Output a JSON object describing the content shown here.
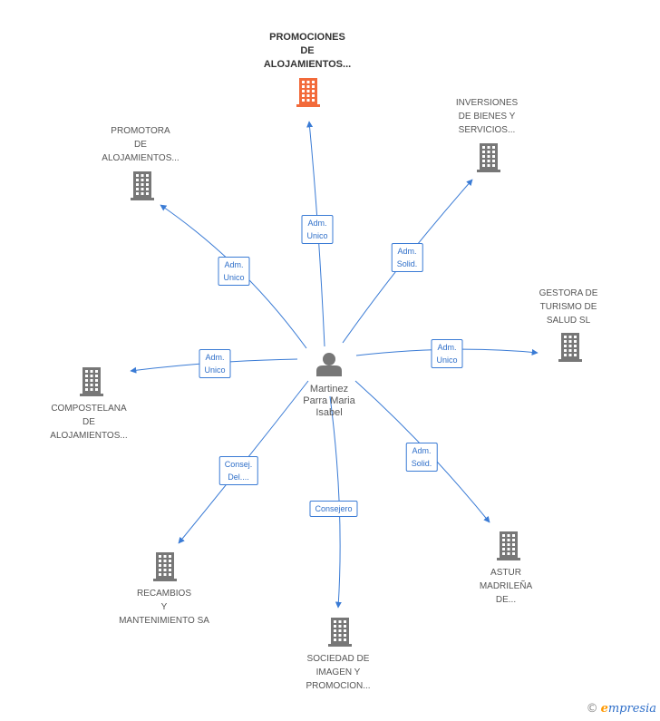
{
  "colors": {
    "edge": "#3a7bd5",
    "building": "#777777",
    "building_highlight": "#f26a3a",
    "person": "#777777"
  },
  "center": {
    "name_lines": [
      "Martinez",
      "Parra Maria",
      "Isabel"
    ],
    "icon": "person-icon"
  },
  "nodes": [
    {
      "id": "promociones",
      "lines": [
        "PROMOCIONES",
        "DE",
        "ALOJAMIENTOS..."
      ],
      "highlight": true,
      "icon": "building-icon"
    },
    {
      "id": "promotora",
      "lines": [
        "PROMOTORA",
        "DE",
        "ALOJAMIENTOS..."
      ],
      "highlight": false,
      "icon": "building-icon"
    },
    {
      "id": "inversiones",
      "lines": [
        "INVERSIONES",
        "DE BIENES Y",
        "SERVICIOS..."
      ],
      "highlight": false,
      "icon": "building-icon"
    },
    {
      "id": "gestora",
      "lines": [
        "GESTORA DE",
        "TURISMO DE",
        "SALUD SL"
      ],
      "highlight": false,
      "icon": "building-icon"
    },
    {
      "id": "compostelana",
      "lines": [
        "COMPOSTELANA",
        "DE",
        "ALOJAMIENTOS..."
      ],
      "highlight": false,
      "icon": "building-icon"
    },
    {
      "id": "recambios",
      "lines": [
        "RECAMBIOS",
        "Y",
        "MANTENIMIENTO SA"
      ],
      "highlight": false,
      "icon": "building-icon"
    },
    {
      "id": "sociedad",
      "lines": [
        "SOCIEDAD DE",
        "IMAGEN Y",
        "PROMOCION..."
      ],
      "highlight": false,
      "icon": "building-icon"
    },
    {
      "id": "astur",
      "lines": [
        "ASTUR",
        "MADRILEÑA",
        "DE..."
      ],
      "highlight": false,
      "icon": "building-icon"
    }
  ],
  "edges": [
    {
      "to": "promociones",
      "label_lines": [
        "Adm.",
        "Unico"
      ]
    },
    {
      "to": "promotora",
      "label_lines": [
        "Adm.",
        "Unico"
      ]
    },
    {
      "to": "inversiones",
      "label_lines": [
        "Adm.",
        "Solid."
      ]
    },
    {
      "to": "gestora",
      "label_lines": [
        "Adm.",
        "Unico"
      ]
    },
    {
      "to": "compostelana",
      "label_lines": [
        "Adm.",
        "Unico"
      ]
    },
    {
      "to": "recambios",
      "label_lines": [
        "Consej.",
        "Del...."
      ]
    },
    {
      "to": "sociedad",
      "label_lines": [
        "Consejero"
      ]
    },
    {
      "to": "astur",
      "label_lines": [
        "Adm.",
        "Solid."
      ]
    }
  ],
  "footer": {
    "copyright": "©",
    "brand_initial": "e",
    "brand_rest": "mpresia"
  }
}
